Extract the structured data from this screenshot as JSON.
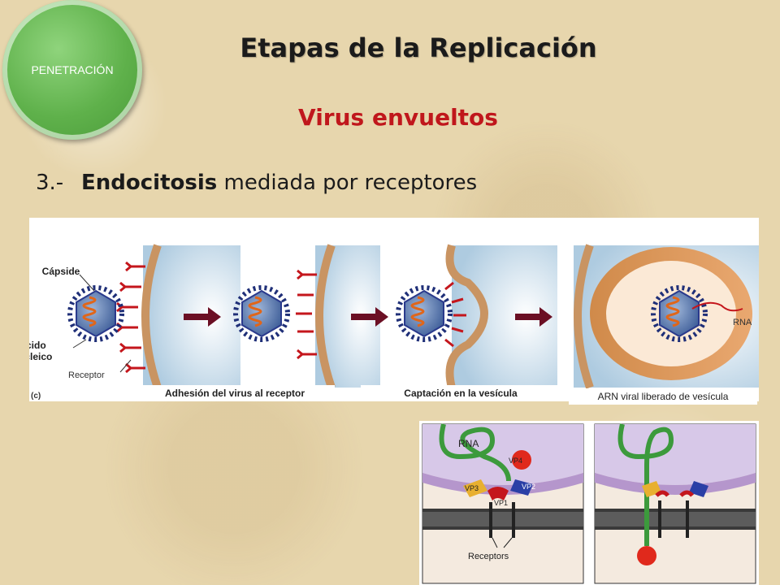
{
  "badge": {
    "label": "PENETRACIÓN"
  },
  "title": "Etapas de la Replicación",
  "subtitle": "Virus envueltos",
  "step": {
    "number": "3.-",
    "bold": "Endocitosis",
    "rest": " mediada por receptores"
  },
  "figure": {
    "panel_letter": "(c)",
    "capside": "Cápside",
    "nucleic_acid_line1": "Acido",
    "nucleic_acid_line2": "nucleico",
    "receptor": "Receptor",
    "rna": "RNA",
    "captions": [
      "Adhesión del virus al receptor",
      "Captación en la vesícula",
      "ARN viral liberado de  vesícula"
    ]
  },
  "bottom_figure": {
    "rna": "RNA",
    "vp4": "VP4",
    "vp3": "VP3",
    "vp2": "VP2",
    "vp1": "VP1",
    "receptors": "Receptors"
  },
  "colors": {
    "accent_red": "#c0171c",
    "badge_green": "#5fb14b",
    "virus_blue": "#2a3a8c",
    "receptor_red": "#c4161c",
    "arrow": "#6b0f24"
  }
}
